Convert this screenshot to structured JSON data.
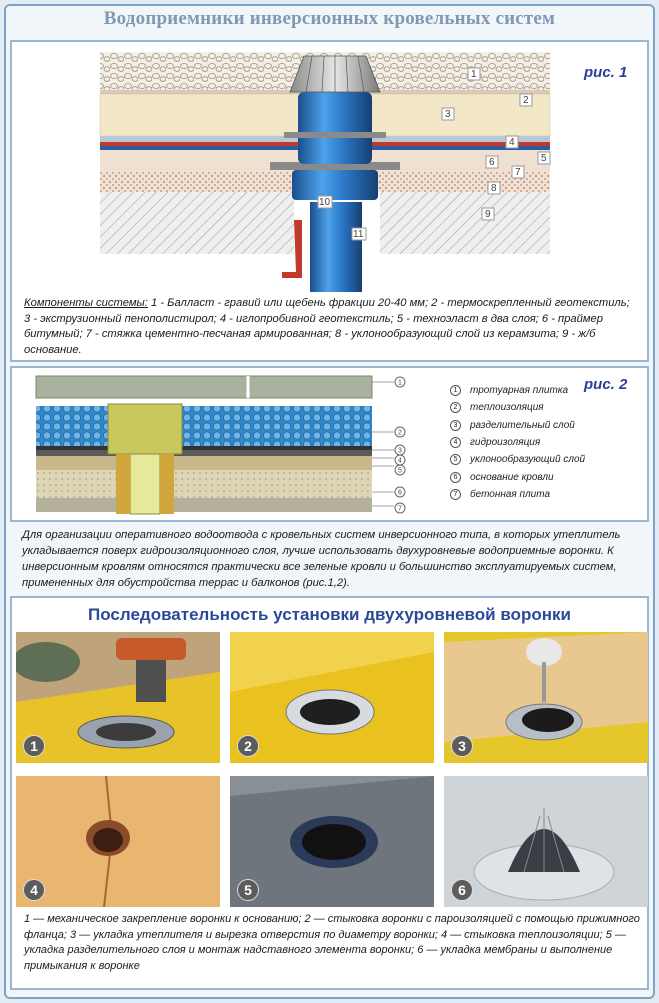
{
  "header": {
    "title": "Водоприемники инверсионных кровельных систем"
  },
  "figure1": {
    "label": "рис. 1",
    "callouts": [
      "1",
      "2",
      "3",
      "4",
      "5",
      "6",
      "7",
      "8",
      "9",
      "10",
      "11"
    ],
    "caption_lead": "Компоненты системы:",
    "caption_text": " 1 - Балласт - гравий или щебень фракции 20-40 мм; 2 - термоскрепленный геотекстиль; 3 - экструзионный пенополистирол; 4 - иглопробивной геотекстиль; 5 - техноэласт в два слоя; 6 - праймер битумный; 7 - стяжка цементно-песчаная армированная; 8 - уклонообразующий слой из керамзита; 9 - ж/б основание."
  },
  "figure2": {
    "label": "рис. 2",
    "callouts": [
      "1",
      "2",
      "3",
      "4",
      "5",
      "6",
      "7"
    ],
    "legend": [
      {
        "num": "1",
        "text": "тротуарная плитка"
      },
      {
        "num": "2",
        "text": "теплоизоляция"
      },
      {
        "num": "3",
        "text": "разделительный слой"
      },
      {
        "num": "4",
        "text": "гидроизоляция"
      },
      {
        "num": "5",
        "text": "уклонообразующий слой"
      },
      {
        "num": "6",
        "text": "основание кровли"
      },
      {
        "num": "7",
        "text": "бетонная плита"
      }
    ]
  },
  "intro_paragraph": "Для организации оперативного водоотвода с кровельных систем инверсионного типа, в которых утеплитель укладывается поверх гидроизоляционного слоя, лучше использовать двухуровневые водоприемные воронки. К инверсионным кровлям относятся практически все зеленые кровли и большинство эксплуатируемых систем, примененных для обустройства террас и балконов (рис.1,2).",
  "installation": {
    "title": "Последовательность установки двухуровневой воронки",
    "steps": [
      "1",
      "2",
      "3",
      "4",
      "5",
      "6"
    ],
    "caption": "1 — механическое закрепление воронки к основанию; 2 — стыковка воронки с пароизоляцией с помощью прижимного фланца; 3 — укладка утеплителя и вырезка отверстия по диаметру воронки; 4 — стыковка теплоизоляции; 5 — укладка разделительного слоя и монтаж надставного элемента воронки; 6 — укладка мембраны и выполнение примыкания к воронке"
  },
  "colors": {
    "frame_border": "#7fa3c6",
    "title_gray_blue": "#8098b3",
    "figure_label_blue": "#2a3f9c",
    "section_title_blue": "#2a4a99",
    "pipe_blue": "#2c79c9",
    "membrane_yellow": "#e9c21f"
  }
}
